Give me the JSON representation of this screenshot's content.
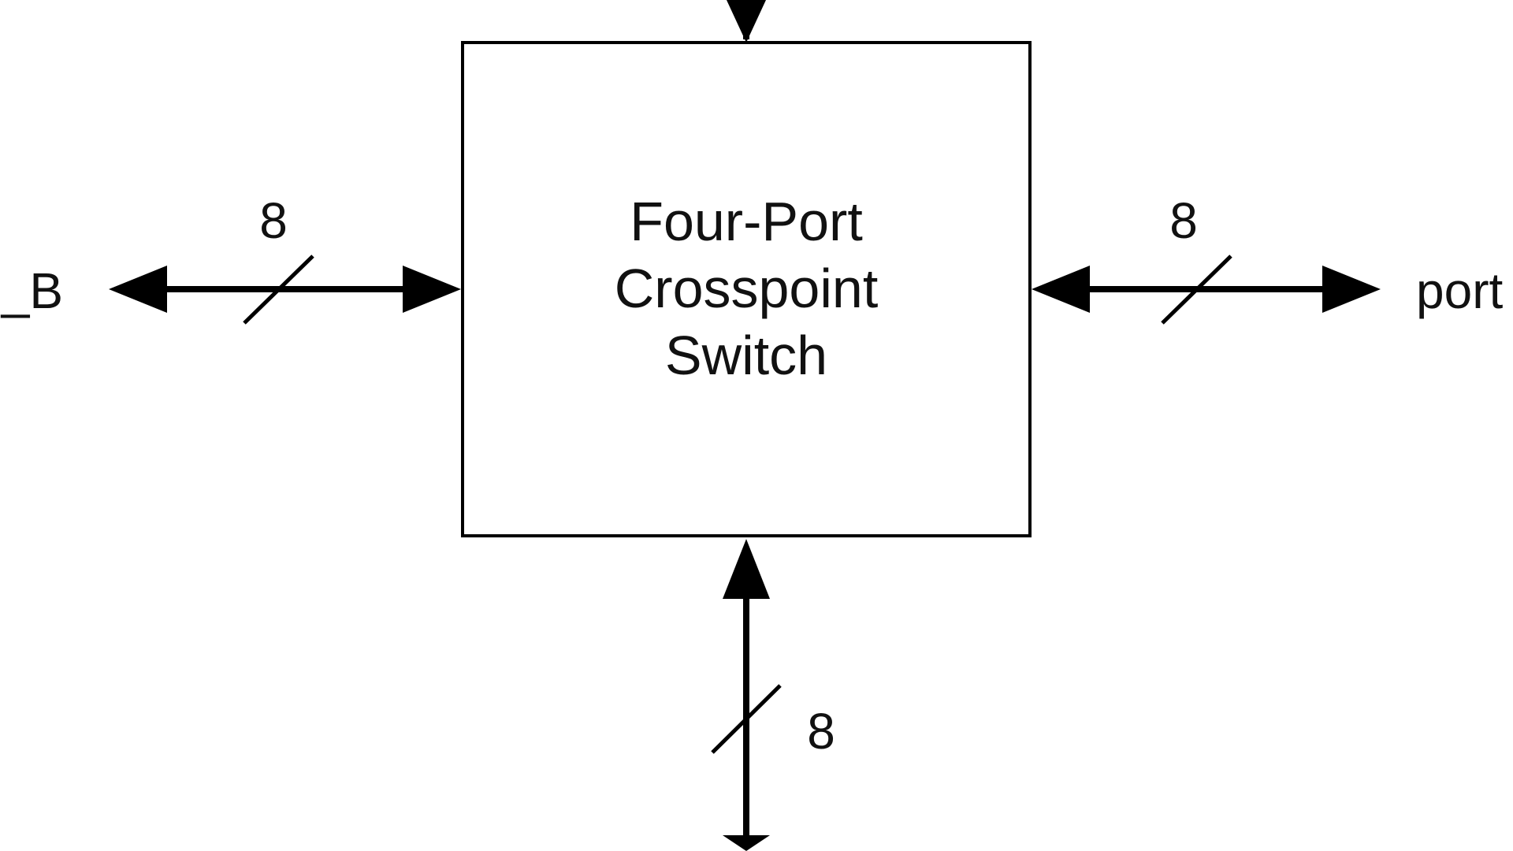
{
  "block": {
    "title_lines": [
      "Four-Port",
      "Crosspoint",
      "Switch"
    ]
  },
  "buses": {
    "left": {
      "width": "8",
      "port_label": "_B"
    },
    "right": {
      "width": "8",
      "port_label": "port"
    },
    "bottom": {
      "width": "8"
    },
    "top": {}
  },
  "colors": {
    "line": "#000000",
    "text": "#111111",
    "background": "#ffffff"
  }
}
